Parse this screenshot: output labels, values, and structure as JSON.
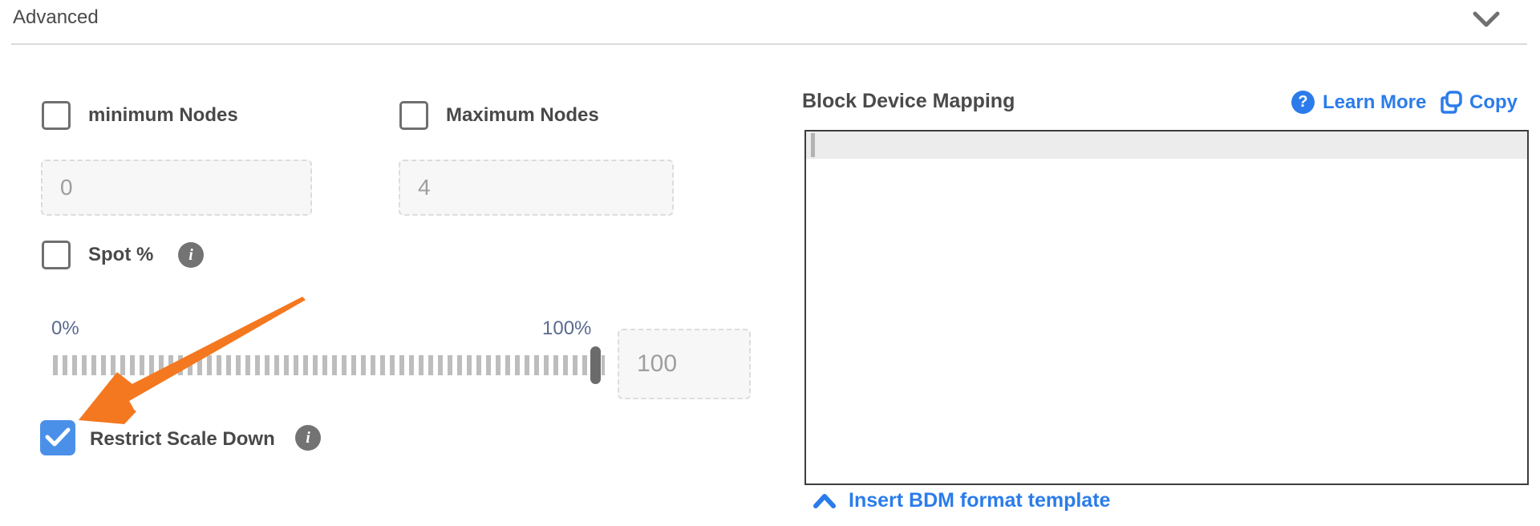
{
  "header": {
    "title": "Advanced"
  },
  "form": {
    "min_nodes": {
      "label": "minimum Nodes",
      "checked": false,
      "placeholder": "0"
    },
    "max_nodes": {
      "label": "Maximum Nodes",
      "checked": false,
      "placeholder": "4"
    },
    "spot": {
      "label": "Spot %",
      "checked": false
    },
    "slider": {
      "min_label": "0%",
      "max_label": "100%",
      "value_placeholder": "100"
    },
    "restrict": {
      "label": "Restrict Scale Down",
      "checked": true
    }
  },
  "bdm": {
    "title": "Block Device Mapping",
    "learn_more_label": "Learn More",
    "copy_label": "Copy",
    "editor_value": "",
    "insert_link_label": "Insert BDM format template"
  },
  "icons": {
    "info_glyph": "i",
    "question_glyph": "?"
  },
  "colors": {
    "accent_blue": "#2b7cea",
    "checkbox_blue": "#4a90e9",
    "arrow_orange": "#f4781f",
    "label_gray": "#494949",
    "slider_label_slate": "#5a6a8f"
  }
}
